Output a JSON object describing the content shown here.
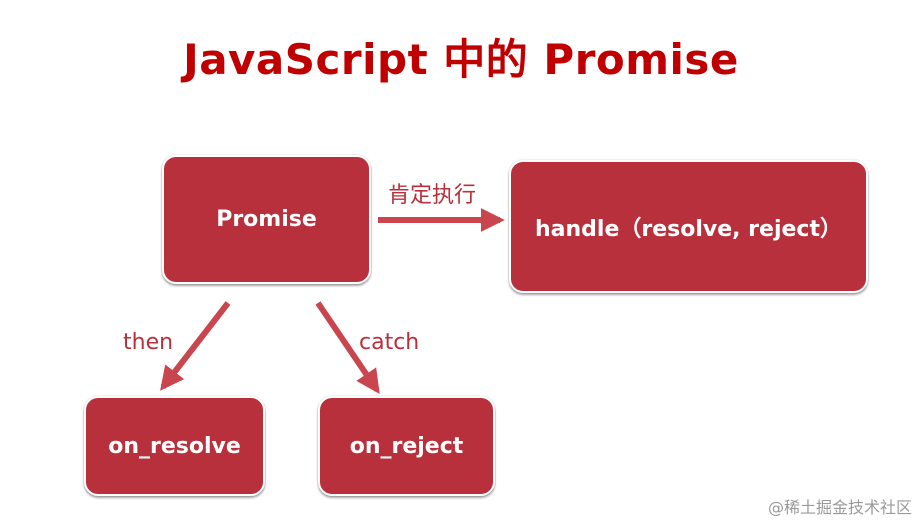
{
  "title": "JavaScript 中的 Promise",
  "nodes": {
    "promise": "Promise",
    "handle": "handle（resolve, reject）",
    "on_resolve": "on_resolve",
    "on_reject": "on_reject"
  },
  "edges": {
    "execute": "肯定执行",
    "then": "then",
    "catch": "catch"
  },
  "watermark": "@稀土掘金技术社区",
  "colors": {
    "title": "#c00000",
    "box_fill": "#b8303c",
    "arrow": "#c9464f",
    "label": "#b8303c"
  }
}
